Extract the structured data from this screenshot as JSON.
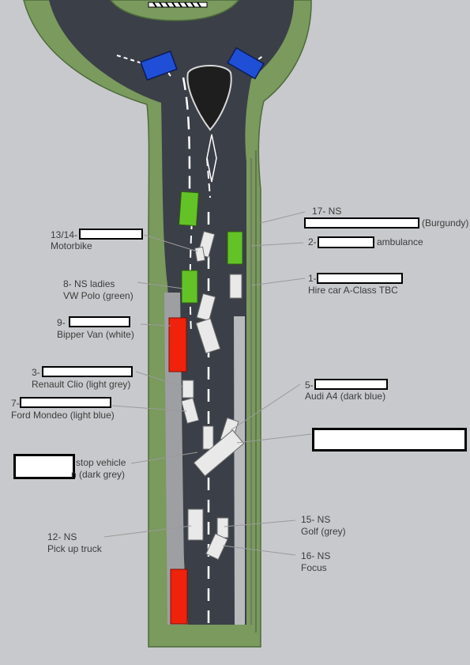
{
  "colors": {
    "background": "#c8c9cc",
    "grass": "#7a9a5e",
    "grass_edge": "#4d6b3c",
    "road": "#3b3f48",
    "island": "#2a2a2a",
    "police": "#1f4fd6",
    "green_vehicle": "#63c326",
    "red_vehicle": "#f0220c",
    "light_vehicle": "#e9e9e9",
    "label_text": "#3c3c3c"
  },
  "labels": {
    "l17_prefix": "17- NS",
    "l17_suffix": "(Burgundy)",
    "l2_prefix": "2-",
    "l2_suffix": "ambulance",
    "l1_prefix": "1-",
    "l1_line2": "Hire car A-Class TBC",
    "l13_prefix": "13/14-",
    "l13_line2": "Motorbike",
    "l8_line1": "8- NS ladies",
    "l8_line2": "VW Polo (green)",
    "l9_prefix": "9-",
    "l9_line2": "Bipper Van (white)",
    "l3_prefix": "3-",
    "l3_line2": "Renault Clio (light grey)",
    "l7_prefix": "7-",
    "l7_line2": "Ford Mondeo (light blue)",
    "l5_prefix": "5-",
    "l5_line2": "Audi A4 (dark blue)",
    "stop_line1": "stop vehicle",
    "stop_line2": "n (dark grey)",
    "l12_line1": "12- NS",
    "l12_line2": "Pick up truck",
    "l15_line1": "15- NS",
    "l15_line2": "Golf (grey)",
    "l16_line1": "16- NS",
    "l16_line2": "Focus"
  }
}
